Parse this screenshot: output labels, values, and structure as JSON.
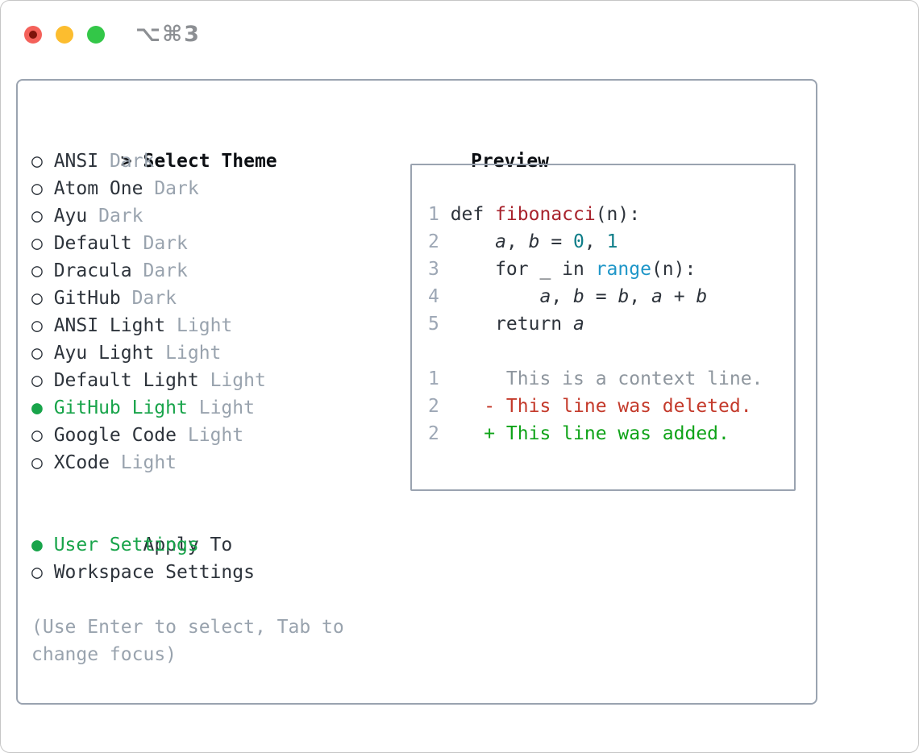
{
  "window": {
    "title": "⌥⌘3"
  },
  "markers": {
    "focus_caret": ">",
    "selected": "●",
    "unselected": "○"
  },
  "theme_picker": {
    "title": "Select Theme",
    "items": [
      {
        "label": "ANSI",
        "variant": "Dark",
        "selected": false
      },
      {
        "label": "Atom One",
        "variant": "Dark",
        "selected": false
      },
      {
        "label": "Ayu",
        "variant": "Dark",
        "selected": false
      },
      {
        "label": "Default",
        "variant": "Dark",
        "selected": false
      },
      {
        "label": "Dracula",
        "variant": "Dark",
        "selected": false
      },
      {
        "label": "GitHub",
        "variant": "Dark",
        "selected": false
      },
      {
        "label": "ANSI Light",
        "variant": "Light",
        "selected": false
      },
      {
        "label": "Ayu Light",
        "variant": "Light",
        "selected": false
      },
      {
        "label": "Default Light",
        "variant": "Light",
        "selected": false
      },
      {
        "label": "GitHub Light",
        "variant": "Light",
        "selected": true
      },
      {
        "label": "Google Code",
        "variant": "Light",
        "selected": false
      },
      {
        "label": "XCode",
        "variant": "Light",
        "selected": false
      }
    ]
  },
  "apply_to": {
    "title": "Apply To",
    "options": [
      {
        "label": "User Settings",
        "selected": true
      },
      {
        "label": "Workspace Settings",
        "selected": false
      }
    ]
  },
  "hint": "(Use Enter to select, Tab to change focus)",
  "preview": {
    "title": "Preview",
    "lines": [
      {
        "num": "1",
        "tokens": [
          {
            "t": "def ",
            "s": "plain"
          },
          {
            "t": "fibonacci",
            "s": "func"
          },
          {
            "t": "(n):",
            "s": "plain"
          }
        ]
      },
      {
        "num": "2",
        "tokens": [
          {
            "t": "    ",
            "s": "plain"
          },
          {
            "t": "a",
            "s": "var"
          },
          {
            "t": ", ",
            "s": "plain"
          },
          {
            "t": "b",
            "s": "var"
          },
          {
            "t": " = ",
            "s": "plain"
          },
          {
            "t": "0",
            "s": "number"
          },
          {
            "t": ", ",
            "s": "plain"
          },
          {
            "t": "1",
            "s": "number"
          }
        ]
      },
      {
        "num": "3",
        "tokens": [
          {
            "t": "    for _ in ",
            "s": "plain"
          },
          {
            "t": "range",
            "s": "builtin"
          },
          {
            "t": "(n):",
            "s": "plain"
          }
        ]
      },
      {
        "num": "4",
        "tokens": [
          {
            "t": "        ",
            "s": "plain"
          },
          {
            "t": "a",
            "s": "var"
          },
          {
            "t": ", ",
            "s": "plain"
          },
          {
            "t": "b",
            "s": "var"
          },
          {
            "t": " = ",
            "s": "plain"
          },
          {
            "t": "b",
            "s": "var"
          },
          {
            "t": ", ",
            "s": "plain"
          },
          {
            "t": "a",
            "s": "var"
          },
          {
            "t": " + ",
            "s": "plain"
          },
          {
            "t": "b",
            "s": "var"
          }
        ]
      },
      {
        "num": "5",
        "tokens": [
          {
            "t": "    return ",
            "s": "plain"
          },
          {
            "t": "a",
            "s": "var"
          }
        ]
      },
      {
        "num": "",
        "tokens": []
      },
      {
        "num": "1",
        "tokens": [
          {
            "t": "     This is a context line.",
            "s": "context"
          }
        ]
      },
      {
        "num": "2",
        "tokens": [
          {
            "t": "   - This line was deleted.",
            "s": "del"
          }
        ]
      },
      {
        "num": "2",
        "tokens": [
          {
            "t": "   + This line was added.",
            "s": "add"
          }
        ]
      }
    ]
  },
  "colors": {
    "accent_green": "#18a44a",
    "text_dark": "#2d333b",
    "text_black": "#0c0f13",
    "muted": "#99a3ae",
    "line_number": "#9da7b5",
    "func_red": "#a8232d",
    "number_teal": "#0d7d88",
    "builtin_blue": "#1e96c8",
    "diff_red": "#c43a2b",
    "diff_green": "#0fa318",
    "context_gray": "#8e969e",
    "panel_border": "#9aa3b0",
    "light_red": "#f4615a",
    "light_red_dot": "#7e130b",
    "light_yellow": "#fcbd2f",
    "light_green": "#33c748",
    "titlebar_text": "#8c8f93"
  }
}
